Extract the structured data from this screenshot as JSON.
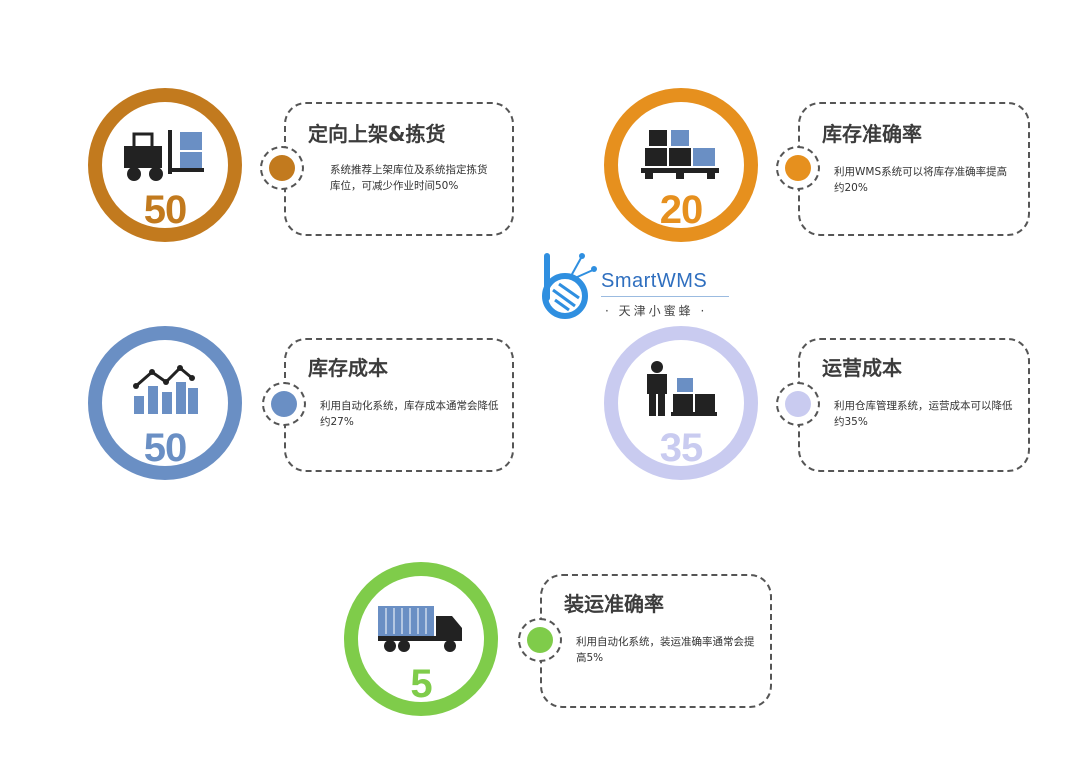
{
  "cards": [
    {
      "value": "50",
      "title": "定向上架&拣货",
      "desc": "系统推荐上架库位及系统指定拣货库位，可减少作业时间50%",
      "color": "#c27a1e",
      "icon": "forklift-icon"
    },
    {
      "value": "20",
      "title": "库存准确率",
      "desc": "利用WMS系统可以将库存准确率提高约20%",
      "color": "#e6901e",
      "icon": "pallet-boxes-icon"
    },
    {
      "value": "50",
      "title": "库存成本",
      "desc": "利用自动化系统，库存成本通常会降低约27%",
      "color": "#6a8fc4",
      "icon": "bar-line-chart-icon"
    },
    {
      "value": "35",
      "title": "运营成本",
      "desc": "利用仓库管理系统，运营成本可以降低约35%",
      "color": "#c9cbf0",
      "icon": "worker-boxes-icon"
    },
    {
      "value": "5",
      "title": "装运准确率",
      "desc": "利用自动化系统，装运准确率通常会提高5%",
      "color": "#7fcc4a",
      "icon": "truck-icon"
    }
  ],
  "logo": {
    "brand": "SmartWMS",
    "sub": "· 天津小蜜蜂 ·",
    "color": "#2f8fe0"
  }
}
